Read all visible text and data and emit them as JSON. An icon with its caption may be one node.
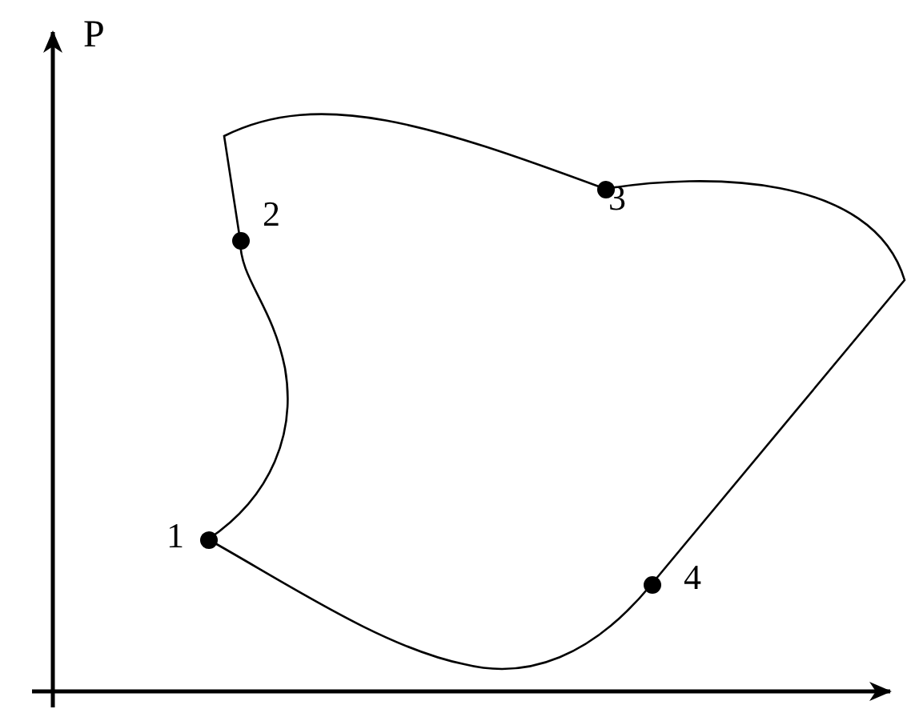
{
  "diagram": {
    "nodes": [
      {
        "text": [],
        "shape": "circle",
        "beside": [
          "1"
        ]
      },
      {
        "text": [],
        "shape": "circle",
        "beside": [
          "2"
        ]
      },
      {
        "text": [],
        "shape": "circle",
        "beside": [
          "3"
        ]
      },
      {
        "text": [],
        "shape": "circle",
        "beside": [
          "4"
        ]
      }
    ],
    "edges": [
      {
        "from": 0,
        "to": 1,
        "arrow": "none"
      },
      {
        "from": 1,
        "to": 2,
        "arrow": "none"
      },
      {
        "from": 2,
        "to": 3,
        "arrow": "none"
      },
      {
        "from": 3,
        "to": 0,
        "arrow": "none"
      }
    ],
    "labels": [
      "P"
    ]
  }
}
